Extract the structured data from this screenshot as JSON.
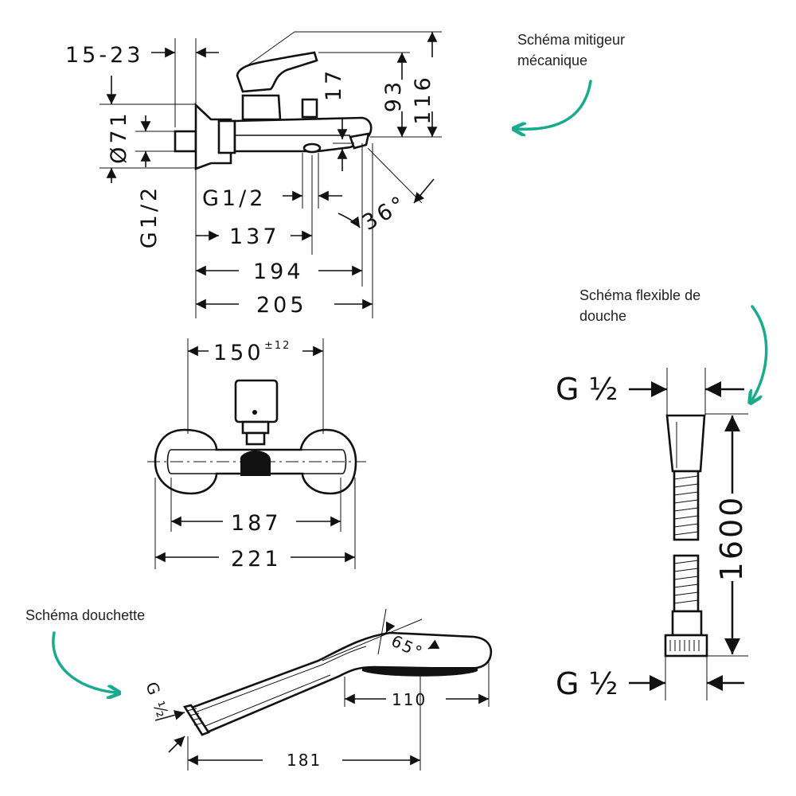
{
  "colors": {
    "line": "#111111",
    "accent": "#1aaa8e",
    "background": "#ffffff"
  },
  "callouts": {
    "mixer": [
      "Schéma mitigeur",
      "mécanique"
    ],
    "hose": [
      "Schéma flexible de",
      "douche"
    ],
    "handshower": "Schéma douchette"
  },
  "mixer_side": {
    "d_15_23": "15-23",
    "d_93": "93",
    "d_116": "116",
    "d_17": "17",
    "d_o71": "Ø71",
    "d_g12_left": "G1/2",
    "d_g12_bottom": "G1/2",
    "d_36": "36°",
    "d_137": "137",
    "d_194": "194",
    "d_205": "205"
  },
  "mixer_front": {
    "d_150": "150",
    "d_150_tol": "±12",
    "d_187": "187",
    "d_221": "221"
  },
  "hose": {
    "g_top": "G ½",
    "g_bottom": "G ½",
    "d_1600": "1600"
  },
  "handshower": {
    "d_g12": "G ½",
    "d_65": "65°",
    "d_110": "110",
    "d_181": "181"
  }
}
